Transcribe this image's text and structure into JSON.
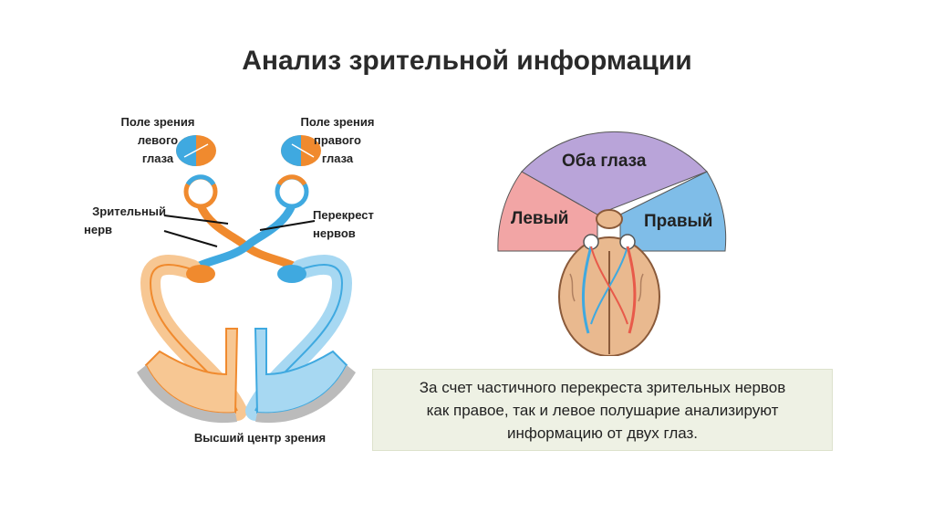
{
  "title": "Анализ зрительной информации",
  "left_diagram": {
    "left_field_label": [
      "Поле зрения",
      "левого",
      "глаза"
    ],
    "right_field_label": [
      "Поле зрения",
      "правого",
      "глаза"
    ],
    "optic_nerve_label": [
      "Зрительный",
      "нерв"
    ],
    "chiasm_label": [
      "Перекрест",
      "нервов"
    ],
    "visual_center_label": "Высший центр зрения",
    "colors": {
      "left": "#f08a2e",
      "right": "#3fa9e0",
      "left_light": "#f7c793",
      "right_light": "#a7d8f2"
    }
  },
  "right_diagram": {
    "sector_both": "Оба глаза",
    "sector_left": "Левый",
    "sector_right": "Правый",
    "colors": {
      "both": "#b9a4d9",
      "left": "#f2a5a5",
      "right": "#7fbde8"
    }
  },
  "note": {
    "lines": [
      "За счет частичного перекреста зрительных нервов",
      "как правое, так и левое полушарие анализируют",
      "информацию от двух глаз."
    ]
  }
}
